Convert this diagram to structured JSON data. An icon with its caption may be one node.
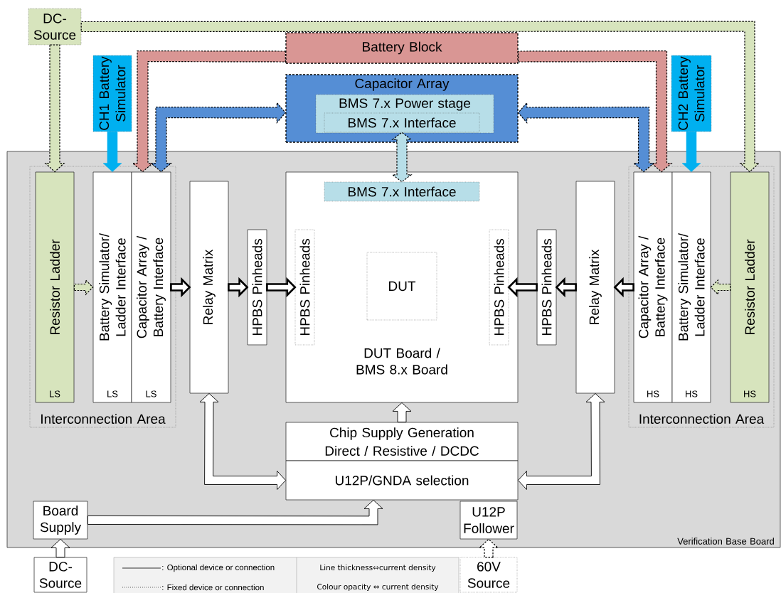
{
  "diagram": {
    "nodes": [
      {
        "text": [
          "DC- Source"
        ]
      },
      {
        "text": [
          "Battery Block"
        ]
      },
      {
        "text": [
          "Capacitor Array"
        ]
      },
      {
        "text": [
          "BMS 7.x Power stage"
        ],
        "in": 2
      },
      {
        "text": [
          "BMS 7.x Interface"
        ],
        "in": 3
      },
      {
        "text": [
          "CH1 Battery Simulator"
        ]
      },
      {
        "text": [
          "CH2 Battery Simulator"
        ]
      },
      {
        "text": [
          "Verification Base Board"
        ]
      },
      {
        "text": [
          "Interconnection Area"
        ],
        "in": 7
      },
      {
        "text": [
          "Resistor Ladder",
          "LS"
        ],
        "in": 8
      },
      {
        "text": [
          "Battery Simulator/ Ladder Interface",
          "LS"
        ],
        "in": 8
      },
      {
        "text": [
          "Capacitor Array / Battery Interface",
          "LS"
        ],
        "in": 8
      },
      {
        "text": [
          "Relay Matrix"
        ],
        "in": 7
      },
      {
        "text": [
          "HPBS Pinheads"
        ],
        "in": 7
      },
      {
        "text": [
          "DUT Board / BMS 8.x Board"
        ],
        "in": 7
      },
      {
        "text": [
          "BMS 7.x Interface"
        ],
        "in": 14
      },
      {
        "text": [
          "HPBS Pinheads"
        ],
        "in": 14
      },
      {
        "text": [
          "DUT"
        ],
        "in": 14
      },
      {
        "text": [
          "HPBS Pinheads"
        ],
        "in": 14
      },
      {
        "text": [
          "HPBS Pinheads"
        ],
        "in": 7
      },
      {
        "text": [
          "Relay Matrix"
        ],
        "in": 7
      },
      {
        "text": [
          "Interconnection Area"
        ],
        "in": 7
      },
      {
        "text": [
          "Capacitor Array / Battery Interface",
          "HS"
        ],
        "in": 21
      },
      {
        "text": [
          "Battery Simulator/ Ladder Interface",
          "HS"
        ],
        "in": 21
      },
      {
        "text": [
          "Resistor Ladder",
          "HS"
        ],
        "in": 21
      },
      {
        "text": [
          "Chip Supply Generation",
          "Direct / Resistive / DCDC"
        ],
        "in": 7
      },
      {
        "text": [
          "U12P/GNDA selection"
        ],
        "in": 7
      },
      {
        "text": [
          "Board Supply"
        ],
        "in": 7
      },
      {
        "text": [
          "U12P Follower"
        ],
        "in": 7
      },
      {
        "text": [
          "DC- Source"
        ]
      },
      {
        "text": [
          "60V Source"
        ]
      }
    ],
    "edges": [
      {
        "from": 0,
        "to": 9,
        "arrow": "to",
        "style": "dashed",
        "color": "#d7e4bd"
      },
      {
        "from": 0,
        "to": 24,
        "arrow": "to",
        "style": "dashed",
        "color": "#d7e4bd"
      },
      {
        "from": 1,
        "to": 11,
        "arrow": "to",
        "style": "dashed",
        "color": "#d99694"
      },
      {
        "from": 1,
        "to": 22,
        "arrow": "to",
        "style": "dashed",
        "color": "#d99694"
      },
      {
        "from": 2,
        "to": 11,
        "arrow": "both",
        "style": "dashed",
        "color": "#558ed5"
      },
      {
        "from": 2,
        "to": 22,
        "arrow": "both",
        "style": "dashed",
        "color": "#558ed5"
      },
      {
        "from": 5,
        "to": 10,
        "arrow": "to",
        "color": "#00b0f0"
      },
      {
        "from": 6,
        "to": 23,
        "arrow": "to",
        "color": "#00b0f0"
      },
      {
        "from": 4,
        "to": 15,
        "arrow": "both",
        "style": "dashed",
        "color": "#b7dee8"
      },
      {
        "from": 9,
        "to": 10,
        "arrow": "to",
        "style": "dashed",
        "color": "#d7e4bd"
      },
      {
        "from": 24,
        "to": 23,
        "arrow": "to",
        "style": "dashed",
        "color": "#d7e4bd"
      },
      {
        "from": 11,
        "to": 12,
        "arrow": "to",
        "style": "thick"
      },
      {
        "from": 12,
        "to": 13,
        "arrow": "to",
        "style": "thick"
      },
      {
        "from": 13,
        "to": 16,
        "arrow": "to",
        "style": "thick"
      },
      {
        "from": 22,
        "to": 20,
        "arrow": "to",
        "style": "thick"
      },
      {
        "from": 20,
        "to": 19,
        "arrow": "to",
        "style": "thick"
      },
      {
        "from": 19,
        "to": 18,
        "arrow": "to",
        "style": "thick"
      },
      {
        "from": 25,
        "to": 14,
        "arrow": "to"
      },
      {
        "from": 12,
        "to": 26,
        "arrow": "both"
      },
      {
        "from": 20,
        "to": 26,
        "arrow": "both"
      },
      {
        "from": 27,
        "to": 26,
        "arrow": "to"
      },
      {
        "from": 29,
        "to": 27,
        "arrow": "to"
      },
      {
        "from": 30,
        "to": 28,
        "arrow": "to",
        "style": "dashed"
      }
    ],
    "labels": [
      "Line thickness⇔current density",
      "Colour opacity ⇔ current density"
    ],
    "legend": [
      {
        "text": ": Optional device or connection"
      },
      {
        "text": ": Fixed device or connection"
      }
    ]
  }
}
